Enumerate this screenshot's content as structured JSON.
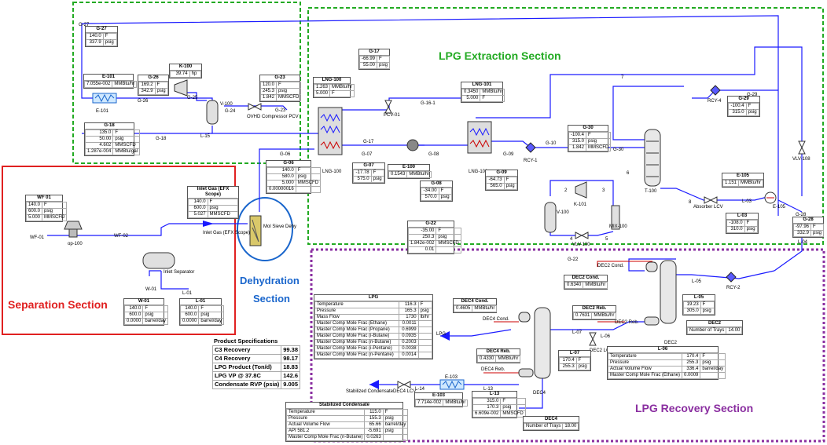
{
  "sections": {
    "lpg_extraction": "LPG Extraction Section",
    "separation": "Separation Section",
    "dehydration_line1": "Dehydration",
    "dehydration_line2": "Section",
    "lpg_recovery": "LPG Recovery Section"
  },
  "colors": {
    "lpg_extraction": "#22aa22",
    "separation": "#e02020",
    "dehydration": "#1a66cc",
    "lpg_recovery": "#8a2ea0",
    "stream": "#1a1aff",
    "energy": "#cc0000"
  },
  "units": {
    "G27": {
      "title": "G-27",
      "rows": [
        [
          "140.0",
          "F"
        ],
        [
          "337.9",
          "psig"
        ]
      ]
    },
    "E101": {
      "title": "E-101",
      "rows": [
        [
          "7.055e-002",
          "MMBtu/hr"
        ]
      ]
    },
    "G26": {
      "title": "G-26",
      "rows": [
        [
          "169.2",
          "F"
        ],
        [
          "342.9",
          "psig"
        ]
      ]
    },
    "K100": {
      "title": "K-100",
      "rows": [
        [
          "39.74",
          "hp"
        ]
      ]
    },
    "G23": {
      "title": "G-23",
      "rows": [
        [
          "120.0",
          "F"
        ],
        [
          "245.3",
          "psig"
        ],
        [
          "1.842",
          "MMSCFD"
        ]
      ]
    },
    "G18": {
      "title": "G-18",
      "rows": [
        [
          "135.0",
          "F"
        ],
        [
          "50.00",
          "psig"
        ],
        [
          "4.602",
          "MMSCFD"
        ],
        [
          "1.287e-004",
          "MMBtu/gal"
        ]
      ]
    },
    "LNG100": {
      "title": "LNG-100",
      "rows": [
        [
          "1.263",
          "MMBtu/hr"
        ],
        [
          "5.000",
          "F"
        ]
      ]
    },
    "G17": {
      "title": "G-17",
      "rows": [
        [
          "-66.99",
          "F"
        ],
        [
          "55.00",
          "psig"
        ]
      ]
    },
    "LNG101": {
      "title": "LNG-101",
      "rows": [
        [
          "0.3450",
          "MMBtu/hr"
        ],
        [
          "5.000",
          "F"
        ]
      ]
    },
    "G29": {
      "title": "G-29",
      "rows": [
        [
          "-100.4",
          "F"
        ],
        [
          "315.0",
          "psig"
        ]
      ]
    },
    "G30": {
      "title": "G-30",
      "rows": [
        [
          "-100.4",
          "F"
        ],
        [
          "315.0",
          "psig"
        ],
        [
          "1.842",
          "MMSCFD"
        ]
      ]
    },
    "G06": {
      "title": "G-06",
      "rows": [
        [
          "140.0",
          "F"
        ],
        [
          "580.0",
          "psig"
        ],
        [
          "5.000",
          "MMSCFD"
        ],
        [
          "0.00000016",
          ""
        ]
      ]
    },
    "G07": {
      "title": "G-07",
      "rows": [
        [
          "-17.78",
          "F"
        ],
        [
          "575.0",
          "psig"
        ]
      ]
    },
    "E100": {
      "title": "E-100",
      "rows": [
        [
          "0.1543",
          "MMBtu/hr"
        ]
      ]
    },
    "G08": {
      "title": "G-08",
      "rows": [
        [
          "-34.00",
          "F"
        ],
        [
          "570.0",
          "psig"
        ]
      ]
    },
    "G09": {
      "title": "G-09",
      "rows": [
        [
          "-64.73",
          "F"
        ],
        [
          "565.0",
          "psig"
        ]
      ]
    },
    "E105": {
      "title": "E-105",
      "rows": [
        [
          "1.151",
          "MMBtu/hr"
        ]
      ]
    },
    "L03": {
      "title": "L-03",
      "rows": [
        [
          "-108.0",
          "F"
        ],
        [
          "310.0",
          "psig"
        ]
      ]
    },
    "G28": {
      "title": "G-28",
      "rows": [
        [
          "-97.96",
          "F"
        ],
        [
          "332.9",
          "psig"
        ]
      ]
    },
    "G22": {
      "title": "G-22",
      "rows": [
        [
          "-35.00",
          "F"
        ],
        [
          "250.3",
          "psig"
        ],
        [
          "1.842e-002",
          "MMSCFD"
        ],
        [
          "0.01",
          ""
        ]
      ]
    },
    "WF01": {
      "title": "WF 01",
      "rows": [
        [
          "140.0",
          "F"
        ],
        [
          "600.0",
          "psig"
        ],
        [
          "5.000",
          "MMSCFD"
        ]
      ]
    },
    "InletGas": {
      "title": "Inlet Gas (EFX Scope)",
      "rows": [
        [
          "140.0",
          "F"
        ],
        [
          "600.0",
          "psig"
        ],
        [
          "5.027",
          "MMSCFD"
        ]
      ]
    },
    "W01": {
      "title": "W-01",
      "rows": [
        [
          "140.0",
          "F"
        ],
        [
          "600.0",
          "psig"
        ],
        [
          "0.0000",
          "barrel/day"
        ]
      ]
    },
    "L01": {
      "title": "L-01",
      "rows": [
        [
          "140.0",
          "F"
        ],
        [
          "600.0",
          "psig"
        ],
        [
          "0.0000",
          "barrel/day"
        ]
      ]
    },
    "DEC2Cond": {
      "title": "DEC2 Cond.",
      "rows": [
        [
          "0.6340",
          "MMBtu/hr"
        ]
      ]
    },
    "DEC4Cond": {
      "title": "DEC4 Cond.",
      "rows": [
        [
          "0.4605",
          "MMBtu/hr"
        ]
      ]
    },
    "DEC2Reb": {
      "title": "DEC2 Reb.",
      "rows": [
        [
          "0.7631",
          "MMBtu/hr"
        ]
      ]
    },
    "L05": {
      "title": "L-05",
      "rows": [
        [
          "19.23",
          "F"
        ],
        [
          "305.0",
          "psig"
        ]
      ]
    },
    "DEC2": {
      "title": "DEC2",
      "rows": [
        [
          "Number of Trays",
          "14.00"
        ]
      ]
    },
    "DEC4Reb": {
      "title": "DEC4 Reb.",
      "rows": [
        [
          "0.4330",
          "MMBtu/hr"
        ]
      ]
    },
    "L07": {
      "title": "L-07",
      "rows": [
        [
          "170.4",
          "F"
        ],
        [
          "255.3",
          "psig"
        ]
      ]
    },
    "L06": {
      "title": "L-06",
      "rows": [
        [
          "Temperature",
          "170.4",
          "F"
        ],
        [
          "Pressure",
          "255.3",
          "psig"
        ],
        [
          "Actual Volume Flow",
          "336.4",
          "barrel/day"
        ],
        [
          "Master Comp Mole Frac (Ethane)",
          "0.0009",
          ""
        ]
      ]
    },
    "E103": {
      "title": "E-103",
      "rows": [
        [
          "7.714e-002",
          "MMBtu/hr"
        ]
      ]
    },
    "L13": {
      "title": "L-13",
      "rows": [
        [
          "315.0",
          "F"
        ],
        [
          "170.3",
          "psig"
        ],
        [
          "6.609e-002",
          "MMSCFD"
        ]
      ]
    },
    "DEC4": {
      "title": "DEC4",
      "rows": [
        [
          "Number of Trays",
          "18.00"
        ]
      ]
    },
    "LPG": {
      "title": "LPG",
      "rows": [
        [
          "Temperature",
          "116.3",
          "F"
        ],
        [
          "Pressure",
          "165.3",
          "psig"
        ],
        [
          "Mass Flow",
          "1730",
          "lb/hr"
        ],
        [
          "Master Comp Mole Frac (Ethane)",
          "0.0011",
          ""
        ],
        [
          "Master Comp Mole Frac (Propane)",
          "0.6999",
          ""
        ],
        [
          "Master Comp Mole Frac (i-Butane)",
          "0.0935",
          ""
        ],
        [
          "Master Comp Mole Frac (n-Butane)",
          "0.2003",
          ""
        ],
        [
          "Master Comp Mole Frac (i-Pentane)",
          "0.0038",
          ""
        ],
        [
          "Master Comp Mole Frac (n-Pentane)",
          "0.0014",
          ""
        ]
      ]
    },
    "Stab": {
      "title": "Stabilized Condensate",
      "rows": [
        [
          "Temperature",
          "115.0",
          "F"
        ],
        [
          "Pressure",
          "155.3",
          "psig"
        ],
        [
          "Actual Volume Flow",
          "65.66",
          "barrel/day"
        ],
        [
          "API 581.2",
          "-5.691",
          "psig"
        ],
        [
          "Master Comp Mole Frac (n-Butane)",
          "0.0263",
          ""
        ]
      ]
    }
  },
  "specs": {
    "title": "Product Specifications",
    "rows": [
      [
        "C3 Recovery",
        "99.38"
      ],
      [
        "C4 Recovery",
        "98.17"
      ],
      [
        "LPG Product (Ton/d)",
        "18.83"
      ],
      [
        "LPG VP @ 37.8C",
        "142.6"
      ],
      [
        "Condensate RVP (psia)",
        "9.005"
      ]
    ]
  },
  "labels": {
    "G27": "G-27",
    "E101": "E-101",
    "G26": "G-26",
    "G25": "G-25",
    "K100": "K-100",
    "V100top": "V-100",
    "G24": "G-24",
    "OVHD": "OVHD Compressor PCV",
    "G23": "G-23",
    "G18": "G-18",
    "L15": "L-15",
    "G17": "G-17",
    "PCV01": "PCV-01",
    "G16": "G-16-1",
    "LNG100": "LNG-100",
    "G07": "G-07",
    "E100": "E-100",
    "G08": "G-08",
    "LNG101": "LNG-101",
    "G09": "G-09",
    "RCY1": "RCY-1",
    "G10": "G-10",
    "s7": "7",
    "RCY4": "RCY-4",
    "G29lbl": "G-29",
    "VLV108": "VLV-108",
    "G30lbl": "G-30",
    "T100": "T-100",
    "K101": "K-101",
    "V100": "V-100",
    "s2": "2",
    "s3": "3",
    "s4": "4",
    "s5": "5",
    "s6": "6",
    "s8": "8",
    "MIX100": "MIX-100",
    "VLV100": "VLV-100",
    "AbsLCV": "Absorber LCV",
    "L03": "L-03",
    "E105": "E-105",
    "G28": "G-28",
    "L04": "L-04",
    "WF01": "WF-01",
    "WF02": "WF-02",
    "op100": "op-100",
    "W01": "W-01",
    "L01": "L-01",
    "InletSep": "Inlet Separator",
    "InletGas": "Inlet Gas (EFX Scope)",
    "MolSieve": "Mol Sieve Dehy",
    "G06": "G-06",
    "G22": "G-22",
    "DEC2Cond": "DEC2 Cond.",
    "L05": "L-05",
    "RCY2": "RCY-2",
    "DEC2": "DEC2",
    "DEC2Reb": "DEC2 Reb.",
    "DEC2LCV": "DEC2 LCV",
    "L06": "L-06",
    "DEC4Cond": "DEC4 Cond.",
    "LPGout": "LPG",
    "DEC4": "DEC4",
    "DEC4Reb": "DEC4 Reb.",
    "L07": "L-07",
    "L13": "L-13",
    "E103": "E-103",
    "L14": "L-14",
    "DEC4LCV": "DEC4 LCV",
    "StabCond": "Stabilized Condensate"
  }
}
